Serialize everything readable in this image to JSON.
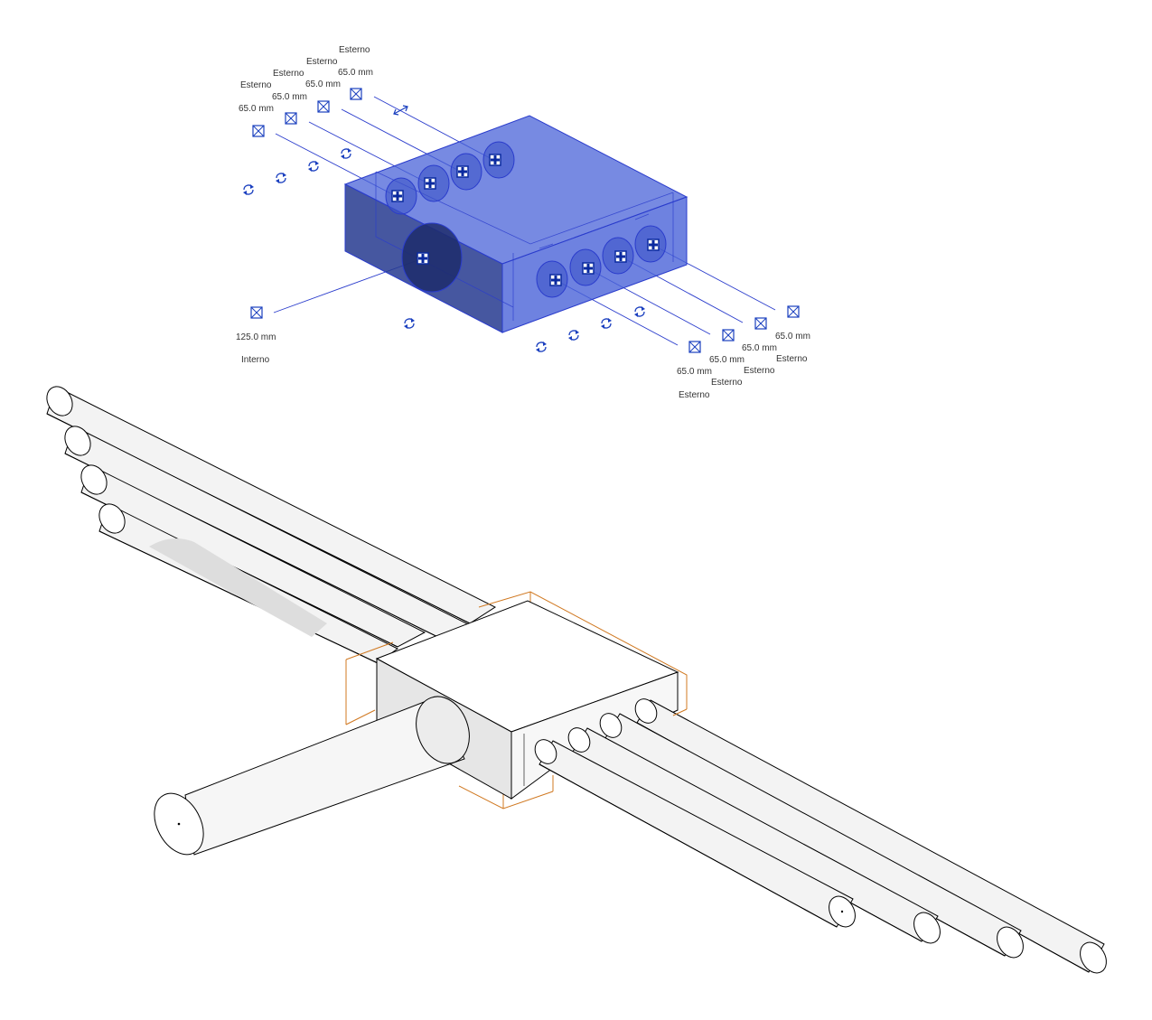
{
  "colors": {
    "family_fill": "#3a4fd0",
    "family_stroke": "#2a3ccc",
    "connector_blue": "#1a3fbf",
    "solid_edge": "#000000",
    "solid_shade": "#cfcfcf",
    "bbox_orange": "#d07820"
  },
  "connectors": [
    {
      "id": "c1",
      "diameter": "65.0 mm",
      "direction": "Esterno"
    },
    {
      "id": "c2",
      "diameter": "65.0 mm",
      "direction": "Esterno"
    },
    {
      "id": "c3",
      "diameter": "65.0 mm",
      "direction": "Esterno"
    },
    {
      "id": "c4",
      "diameter": "65.0 mm",
      "direction": "Esterno"
    },
    {
      "id": "c5",
      "diameter": "125.0 mm",
      "direction": "Interno"
    },
    {
      "id": "c6",
      "diameter": "65.0 mm",
      "direction": "Esterno"
    },
    {
      "id": "c7",
      "diameter": "65.0 mm",
      "direction": "Esterno"
    },
    {
      "id": "c8",
      "diameter": "65.0 mm",
      "direction": "Esterno"
    },
    {
      "id": "c9",
      "diameter": "65.0 mm",
      "direction": "Esterno"
    }
  ],
  "icons": {
    "connector_grip": "checkbox-x-icon",
    "flip_control": "rotate-arrows-icon",
    "connector_marker": "plus-cross-icon",
    "length_grip": "double-arrow-icon"
  }
}
